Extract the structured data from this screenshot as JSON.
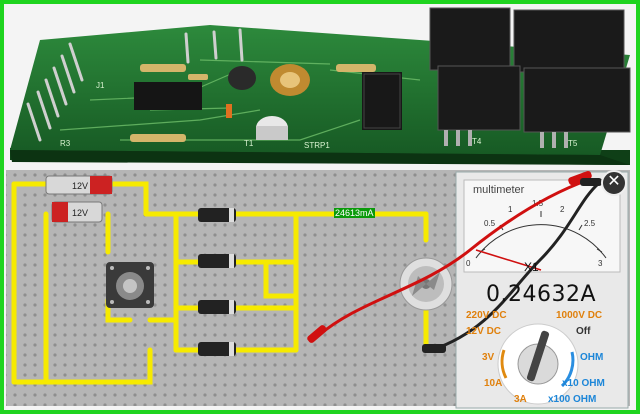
{
  "current_label": "24613mA",
  "multimeter": {
    "title": "multimeter",
    "reading": "0.24632A",
    "multiplier": "X1",
    "scale_ticks": [
      "0",
      "0.5",
      "1",
      "1.5",
      "2",
      "2.5",
      "3"
    ],
    "dial_labels": {
      "v220": "220V DC",
      "v1000": "1000V DC",
      "v12": "12V DC",
      "off": "Off",
      "v3": "3V",
      "ohm": "OHM",
      "a10": "10A",
      "ohm10": "x10 OHM",
      "a3": "3A",
      "ohm100": "x100 OHM"
    }
  },
  "batteries": [
    "12V",
    "12V"
  ],
  "pcb": {
    "labels": [
      "R3",
      "J1",
      "T1",
      "STRP1",
      "T4",
      "T5"
    ]
  },
  "colors": {
    "frame": "#22dd22",
    "board": "#b8b8b8",
    "wire": "#f5e800",
    "pcb": "#1f6b2a",
    "red_probe": "#d01010",
    "black_probe": "#222222"
  }
}
